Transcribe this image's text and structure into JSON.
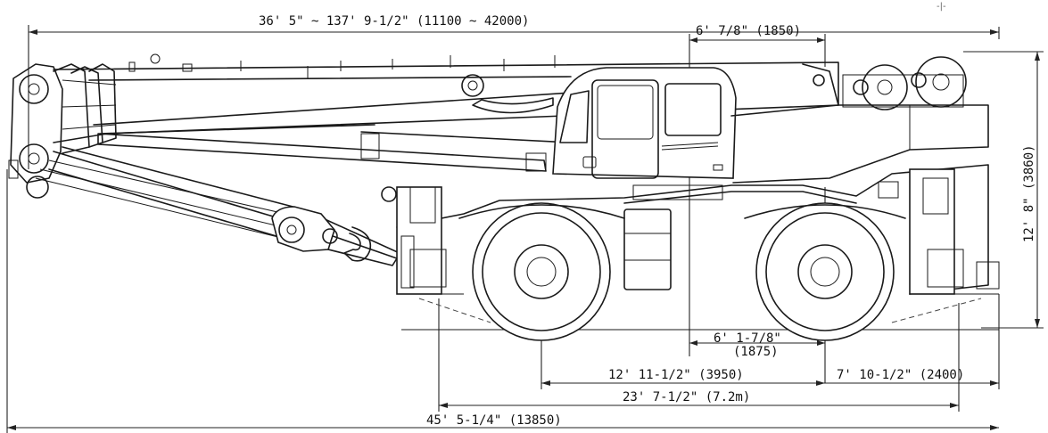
{
  "dimensions": {
    "boom_length": "36' 5\" ~ 137' 9-1/2\" (11100 ~ 42000)",
    "cab_offset": "6' 7/8\" (1850)",
    "overall_height": "12' 8\" (3860)",
    "center_offset_line1": "6' 1-7/8\"",
    "center_offset_line2": "(1875)",
    "wheelbase": "12' 11-1/2\" (3950)",
    "rear_overhang": "7' 10-1/2\" (2400)",
    "turning_width": "23' 7-1/2\" (7.2m)",
    "overall_length": "45' 5-1/4\" (13850)"
  },
  "colors": {
    "line": "#1a1a1a",
    "background": "#ffffff"
  }
}
